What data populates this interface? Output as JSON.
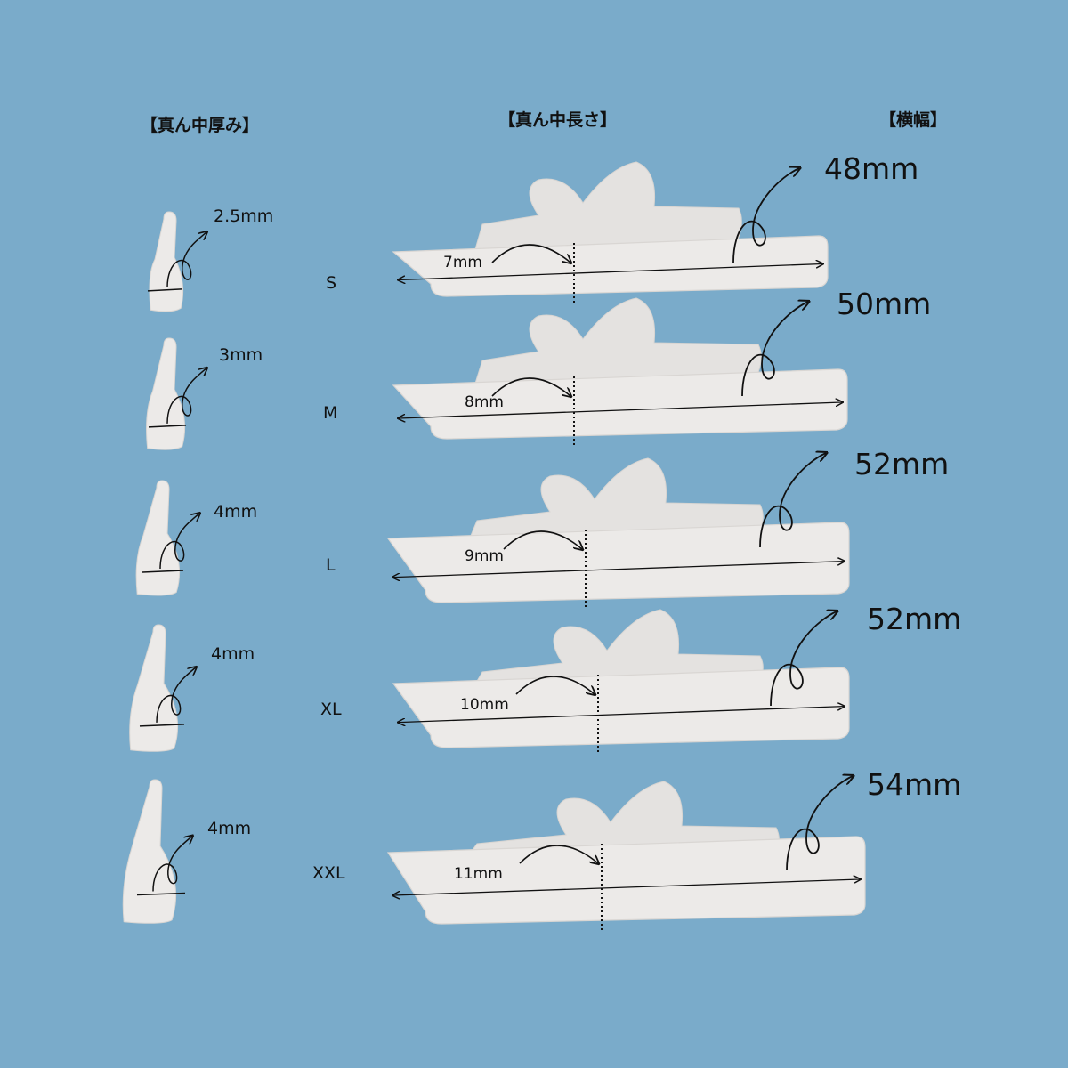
{
  "headers": {
    "thickness": "【真ん中厚み】",
    "length": "【真ん中長さ】",
    "width": "【横幅】"
  },
  "rows": [
    {
      "size": "S",
      "thickness": "2.5mm",
      "length": "7mm",
      "width": "48mm"
    },
    {
      "size": "M",
      "thickness": "3mm",
      "length": "8mm",
      "width": "50mm"
    },
    {
      "size": "L",
      "thickness": "4mm",
      "length": "9mm",
      "width": "52mm"
    },
    {
      "size": "XL",
      "thickness": "4mm",
      "length": "10mm",
      "width": "52mm"
    },
    {
      "size": "XXL",
      "thickness": "4mm",
      "length": "11mm",
      "width": "54mm"
    }
  ],
  "colors": {
    "background": "#7aabca",
    "silicone": "#eceae8",
    "silicone_shadow": "#d9d6d3",
    "annotation": "#111111"
  }
}
